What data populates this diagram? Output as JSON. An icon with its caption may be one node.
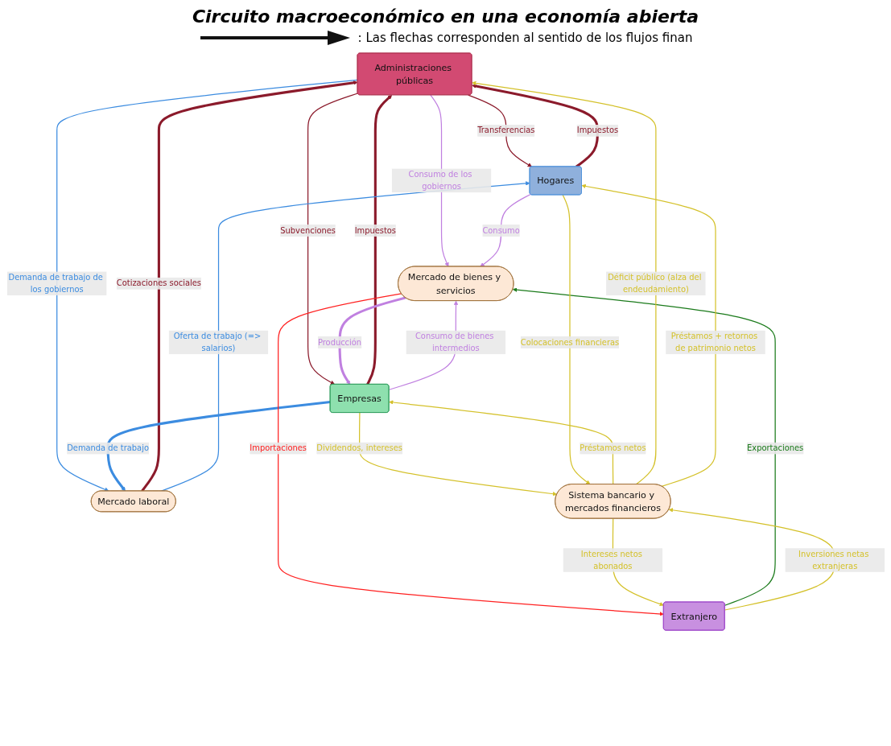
{
  "diagram": {
    "title": "Circuito macroeconómico en una economía abierta",
    "nodes": [
      {
        "text": [
          "Administraciones públicas"
        ]
      },
      {
        "text": [
          "Empresas"
        ]
      },
      {
        "text": [
          "Mercado laboral"
        ]
      },
      {
        "text": [
          "Mercado de bienes y servicios"
        ]
      },
      {
        "text": [
          "Sistema bancario y mercados financieros"
        ]
      },
      {
        "text": [
          "Hogares"
        ]
      },
      {
        "text": [
          "Extranjero"
        ]
      }
    ],
    "edges": [
      {
        "from": 5,
        "to": 0,
        "arrow": "to",
        "label": "Impuestos",
        "style": "thick",
        "color": "#8b1a2b"
      },
      {
        "from": 0,
        "to": 5,
        "arrow": "to",
        "label": "Transferencias",
        "color": "#8b1a2b"
      },
      {
        "from": 2,
        "to": 0,
        "arrow": "to",
        "label": "Cotizaciones sociales",
        "style": "thick",
        "color": "#8b1a2b"
      },
      {
        "from": 0,
        "to": 2,
        "arrow": "to",
        "label": "Demanda de trabajo de los gobiernos",
        "color": "#3c8ce0"
      },
      {
        "from": 1,
        "to": 2,
        "arrow": "to",
        "label": "Demanda de trabajo",
        "style": "thick",
        "color": "#3c8ce0"
      },
      {
        "from": 0,
        "to": 1,
        "arrow": "to",
        "label": "Subvenciones",
        "color": "#8b1a2b"
      },
      {
        "from": 1,
        "to": 0,
        "arrow": "to",
        "label": "Impuestos",
        "style": "thick",
        "color": "#8b1a2b"
      },
      {
        "from": 0,
        "to": 3,
        "arrow": "to",
        "label": "Consumo de los gobiernos",
        "color": "#c080e0"
      },
      {
        "from": 3,
        "to": 1,
        "arrow": "to",
        "label": "Producción",
        "style": "thick",
        "color": "#c080e0"
      },
      {
        "from": 1,
        "to": 3,
        "arrow": "to",
        "label": "Consumo de bienes intermedios",
        "color": "#c080e0"
      },
      {
        "from": 2,
        "to": 5,
        "arrow": "to",
        "label": "Oferta de trabajo (=> salarios)",
        "color": "#3c8ce0"
      },
      {
        "from": 5,
        "to": 3,
        "arrow": "to",
        "label": "Consumo",
        "color": "#c080e0"
      },
      {
        "from": 3,
        "to": 6,
        "arrow": "to",
        "label": "Importaciones",
        "color": "#ff2020"
      },
      {
        "from": 6,
        "to": 3,
        "arrow": "to",
        "label": "Exportaciones",
        "color": "#1a7a1a"
      },
      {
        "from": 4,
        "to": 1,
        "arrow": "to",
        "label": "Préstamos netos"
      },
      {
        "from": 1,
        "to": 4,
        "arrow": "to",
        "label": "Dividendos, intereses"
      },
      {
        "from": 4,
        "to": 0,
        "arrow": "to",
        "label": "Déficit público (alza del endeudamiento)"
      },
      {
        "from": 6,
        "to": 4,
        "arrow": "to",
        "label": "Inversiones netas extranjeras"
      },
      {
        "from": 4,
        "to": 6,
        "arrow": "to",
        "label": "Intereses netos abonados"
      },
      {
        "from": 4,
        "to": 5,
        "arrow": "to",
        "label": "Préstamos + retornos de patrimonio netos"
      },
      {
        "from": 5,
        "to": 4,
        "arrow": "to",
        "label": "Colocaciones financieras"
      }
    ],
    "legend": [
      {
        "text": ": Las flechas corresponden al sentido de los flujos finan"
      }
    ]
  }
}
